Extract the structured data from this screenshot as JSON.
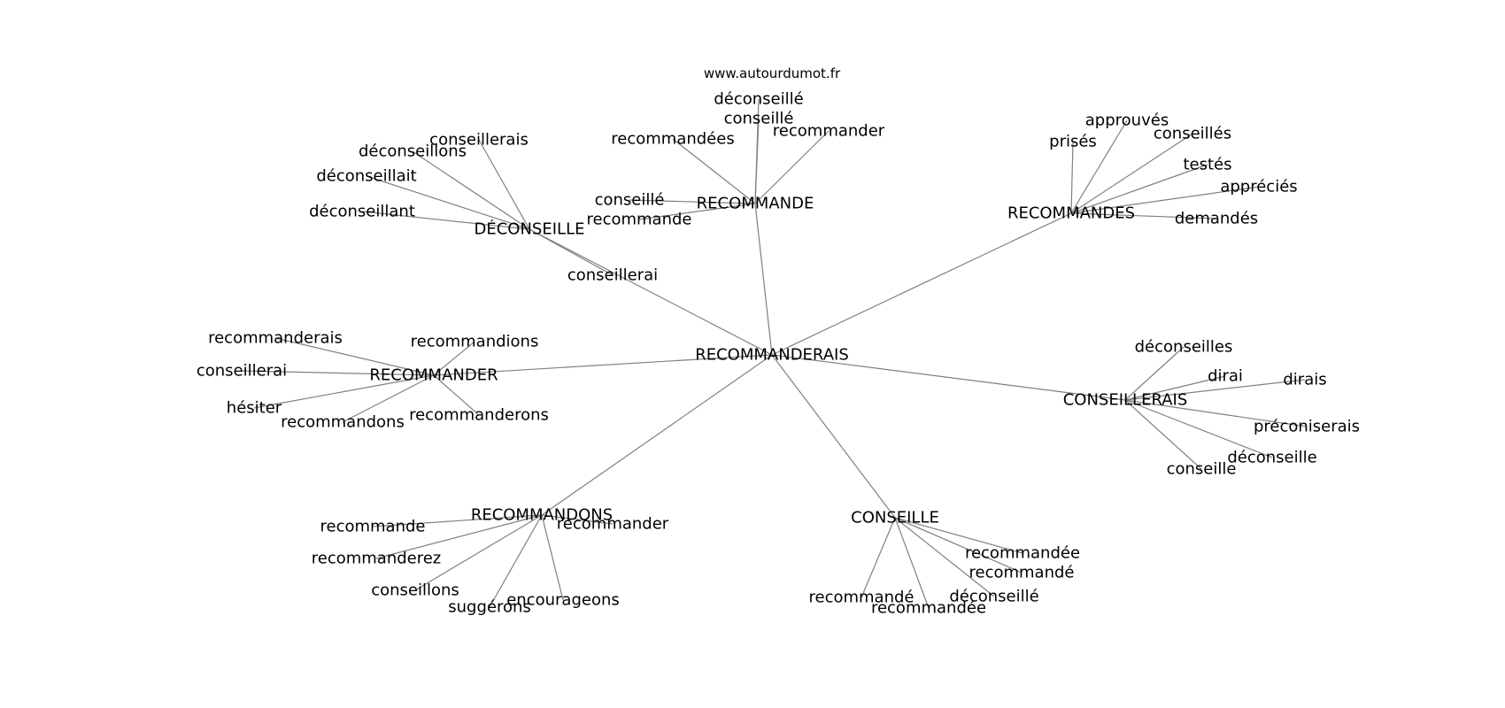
{
  "source": "www.autourdumot.fr",
  "center": "RECOMMANDERAIS",
  "hubs": [
    {
      "id": "h1",
      "label": "DÉCONSEILLE"
    },
    {
      "id": "h2",
      "label": "RECOMMANDE"
    },
    {
      "id": "h3",
      "label": "RECOMMANDES"
    },
    {
      "id": "h4",
      "label": "RECOMMANDER"
    },
    {
      "id": "h5",
      "label": "CONSEILLERAIS"
    },
    {
      "id": "h6",
      "label": "RECOMMANDONS"
    },
    {
      "id": "h7",
      "label": "CONSEILLE"
    }
  ],
  "leaves": [
    {
      "hub": "h1",
      "label": "conseillerais"
    },
    {
      "hub": "h1",
      "label": "déconseillons"
    },
    {
      "hub": "h1",
      "label": "déconseillait"
    },
    {
      "hub": "h1",
      "label": "déconseillant"
    },
    {
      "hub": "h1",
      "label": "conseillerai"
    },
    {
      "hub": "h2",
      "label": "déconseillé"
    },
    {
      "hub": "h2",
      "label": "conseillé"
    },
    {
      "hub": "h2",
      "label": "recommander"
    },
    {
      "hub": "h2",
      "label": "recommandées"
    },
    {
      "hub": "h2",
      "label": "conseillé"
    },
    {
      "hub": "h2",
      "label": "recommande"
    },
    {
      "hub": "h3",
      "label": "approuvés"
    },
    {
      "hub": "h3",
      "label": "prisés"
    },
    {
      "hub": "h3",
      "label": "conseillés"
    },
    {
      "hub": "h3",
      "label": "testés"
    },
    {
      "hub": "h3",
      "label": "appréciés"
    },
    {
      "hub": "h3",
      "label": "demandés"
    },
    {
      "hub": "h4",
      "label": "recommanderais"
    },
    {
      "hub": "h4",
      "label": "recommandions"
    },
    {
      "hub": "h4",
      "label": "conseillerai"
    },
    {
      "hub": "h4",
      "label": "hésiter"
    },
    {
      "hub": "h4",
      "label": "recommandons"
    },
    {
      "hub": "h4",
      "label": "recommanderons"
    },
    {
      "hub": "h5",
      "label": "déconseilles"
    },
    {
      "hub": "h5",
      "label": "dirai"
    },
    {
      "hub": "h5",
      "label": "dirais"
    },
    {
      "hub": "h5",
      "label": "préconiserais"
    },
    {
      "hub": "h5",
      "label": "déconseille"
    },
    {
      "hub": "h5",
      "label": "conseille"
    },
    {
      "hub": "h6",
      "label": "recommande"
    },
    {
      "hub": "h6",
      "label": "recommander"
    },
    {
      "hub": "h6",
      "label": "recommanderez"
    },
    {
      "hub": "h6",
      "label": "conseillons"
    },
    {
      "hub": "h6",
      "label": "suggérons"
    },
    {
      "hub": "h6",
      "label": "encourageons"
    },
    {
      "hub": "h7",
      "label": "recommandée"
    },
    {
      "hub": "h7",
      "label": "recommandé"
    },
    {
      "hub": "h7",
      "label": "recommandé"
    },
    {
      "hub": "h7",
      "label": "déconseillé"
    },
    {
      "hub": "h7",
      "label": "recommandée"
    }
  ]
}
